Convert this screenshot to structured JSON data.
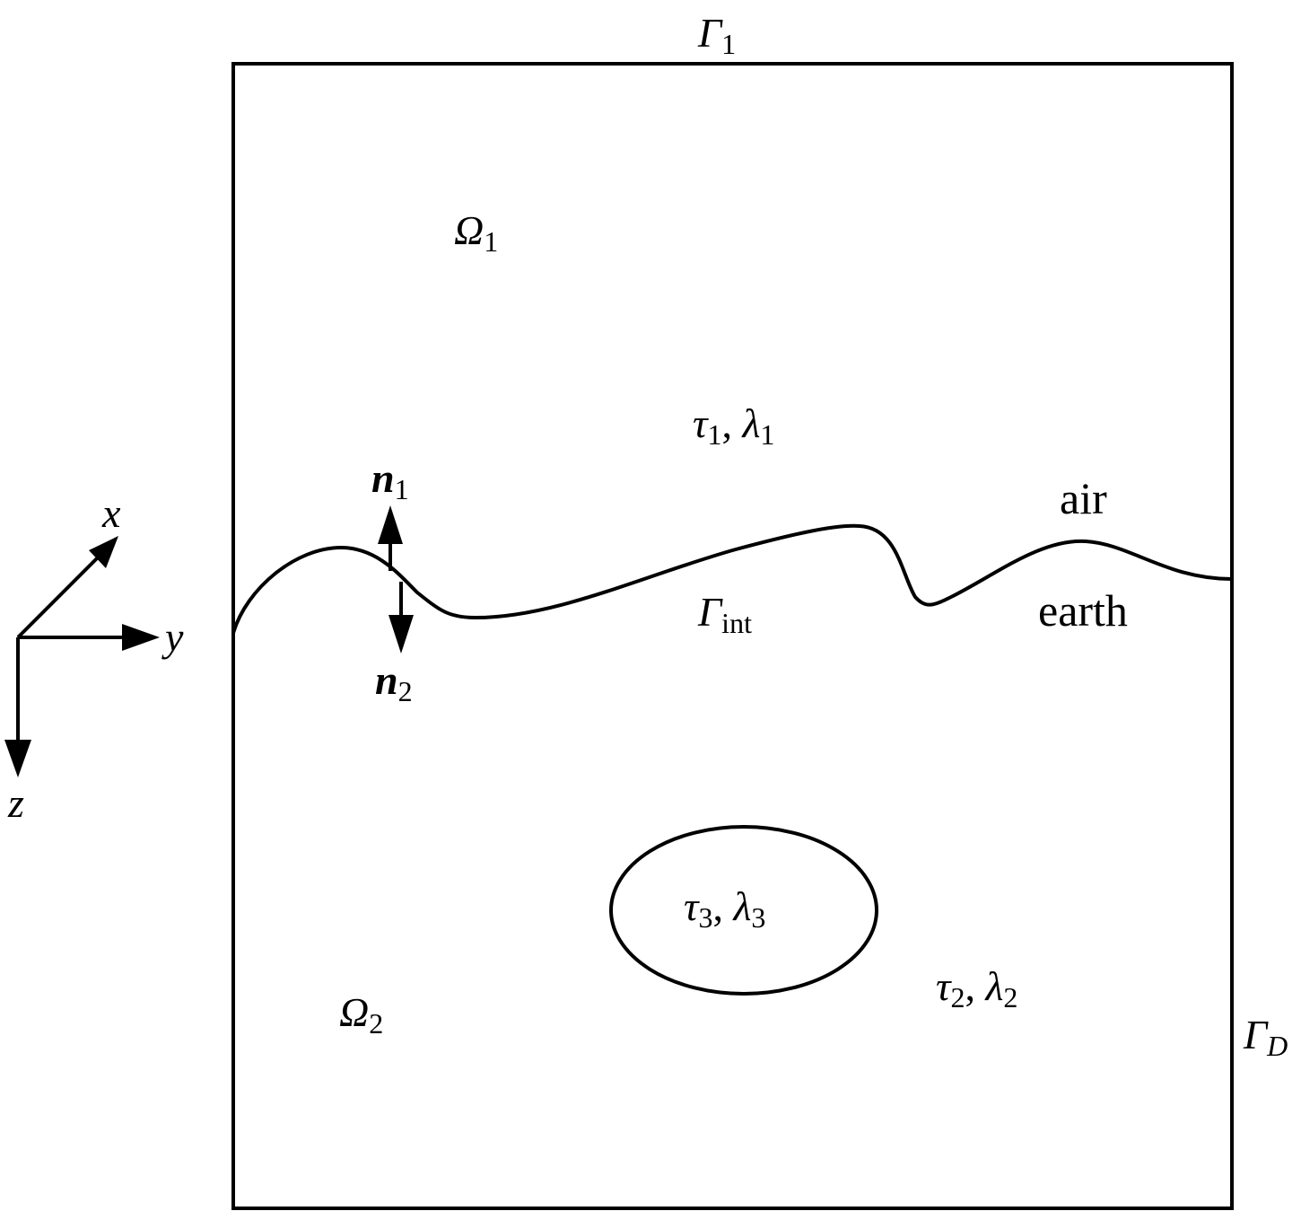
{
  "colors": {
    "stroke": "#000000",
    "background": "#ffffff"
  },
  "boundaries": {
    "top": {
      "symbol": "Γ",
      "sub": "1"
    },
    "right": {
      "symbol": "Γ",
      "sub": "D"
    },
    "interface": {
      "symbol": "Γ",
      "sub": "int"
    }
  },
  "regions": {
    "air_domain": {
      "symbol": "Ω",
      "sub": "1"
    },
    "earth_domain": {
      "symbol": "Ω",
      "sub": "2"
    }
  },
  "params": {
    "p1": {
      "t": "τ",
      "t_sub": "1",
      "sep": ", ",
      "l": "λ",
      "l_sub": "1"
    },
    "p2": {
      "t": "τ",
      "t_sub": "2",
      "sep": ", ",
      "l": "λ",
      "l_sub": "2"
    },
    "p3": {
      "t": "τ",
      "t_sub": "3",
      "sep": ", ",
      "l": "λ",
      "l_sub": "3"
    }
  },
  "normals": {
    "n1": {
      "symbol": "n",
      "sub": "1"
    },
    "n2": {
      "symbol": "n",
      "sub": "2"
    }
  },
  "media": {
    "air": "air",
    "earth": "earth"
  },
  "axes": {
    "x": "x",
    "y": "y",
    "z": "z"
  },
  "icons": [
    "arrow-up-icon",
    "arrow-down-icon",
    "axis-arrow-icon"
  ]
}
